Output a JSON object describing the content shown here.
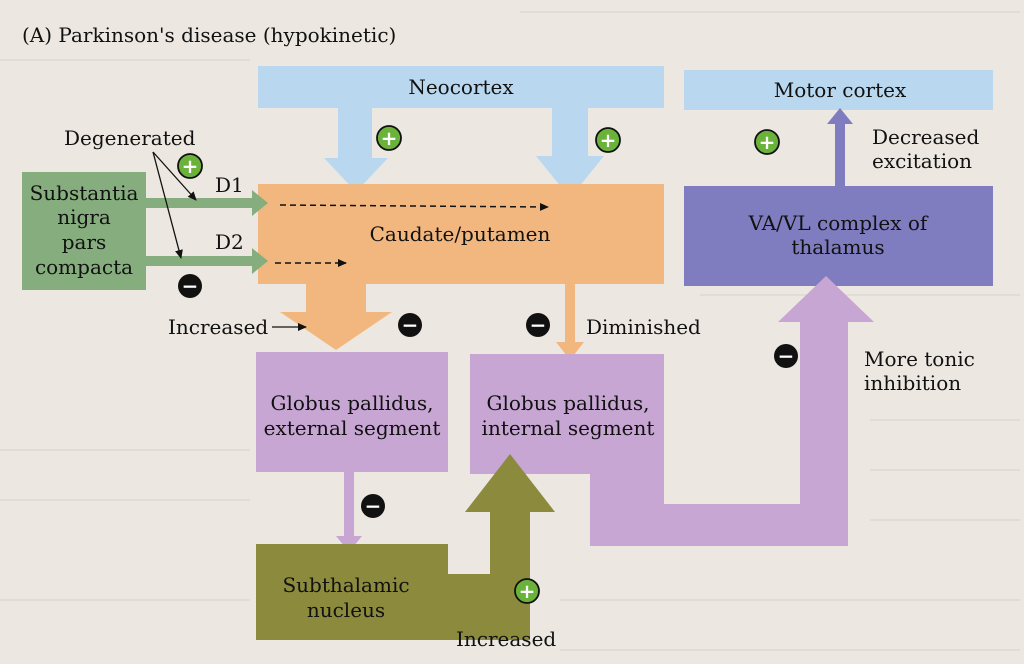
{
  "figure": {
    "title": "(A) Parkinson's disease (hypokinetic)"
  },
  "boxes": {
    "neocortex": "Neocortex",
    "motor_cortex": "Motor cortex",
    "substantia_nigra": [
      "Substantia",
      "nigra",
      "pars",
      "compacta"
    ],
    "caudate": "Caudate/putamen",
    "thalamus": [
      "VA/VL complex of",
      "thalamus"
    ],
    "gp_external": [
      "Globus pallidus,",
      "external segment"
    ],
    "gp_internal": [
      "Globus pallidus,",
      "internal segment"
    ],
    "subthalamic": [
      "Subthalamic",
      "nucleus"
    ]
  },
  "labels": {
    "degenerated": "Degenerated",
    "d1": "D1",
    "d2": "D2",
    "increased_top": "Increased",
    "diminished": "Diminished",
    "decreased_excitation": [
      "Decreased",
      "excitation"
    ],
    "more_tonic_inhibition": [
      "More tonic",
      "inhibition"
    ],
    "increased_bottom": "Increased"
  },
  "signs": {
    "plus": "+",
    "minus": "−"
  },
  "colors": {
    "cortex_blue": "#b9d8ef",
    "nigra_green": "#86ad7d",
    "caudate_orange": "#f2b77f",
    "thalamus_violet": "#7f7cc0",
    "pallidus_lilac": "#c7a6d4",
    "subthalamic_olive": "#8c8a3c",
    "excitatory_green": "#6ab239",
    "inhibitory_black": "#111111"
  }
}
